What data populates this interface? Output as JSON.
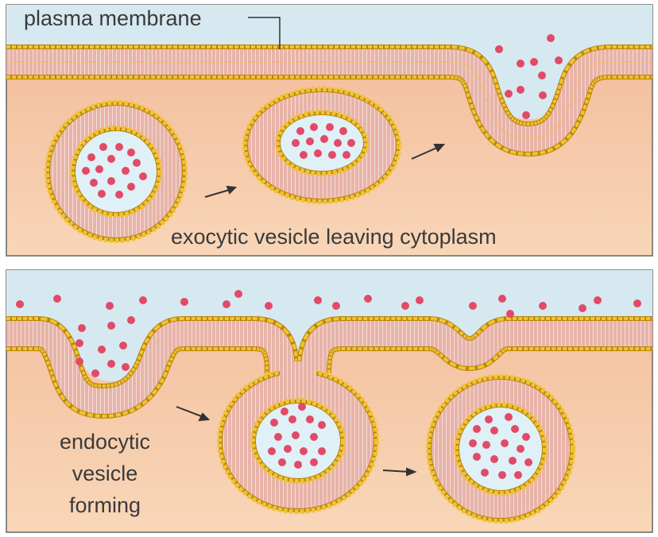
{
  "panels": [
    {
      "id": "exocytosis",
      "labels": {
        "membrane": "plasma membrane",
        "caption": "exocytic vesicle leaving cytoplasm"
      }
    },
    {
      "id": "endocytosis",
      "labels": {
        "caption_line1": "endocytic",
        "caption_line2": "vesicle",
        "caption_line3": "forming"
      }
    }
  ],
  "colors": {
    "extracellular": "#d6e9f1",
    "cytoplasm": "#f4c8a8",
    "membrane_fill": "#e3a9a0",
    "lipid_head": "#f1c232",
    "lipid_head_outline": "#b8860b",
    "cargo": "#e24a68",
    "vesicle_lumen": "#dff0f6",
    "panel_border": "#555555",
    "arrow": "#333333"
  },
  "icons": [
    "arrow-right-icon"
  ]
}
